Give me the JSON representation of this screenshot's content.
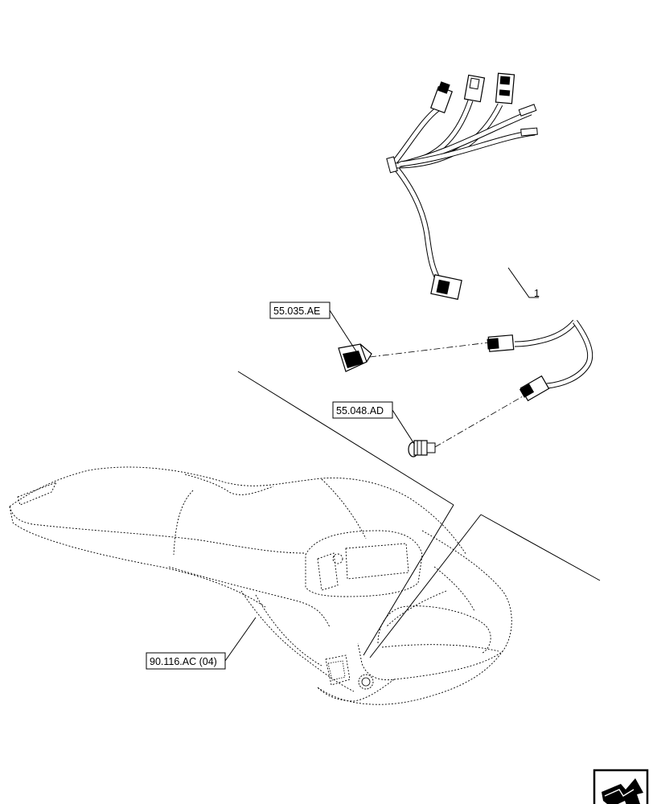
{
  "callouts": {
    "item_number": "1",
    "ref_switch": "55.035.AE",
    "ref_sensor": "55.048.AD",
    "ref_armrest": "90.116.AC (04)"
  },
  "nav_icon": "next-page-arrow-icon"
}
